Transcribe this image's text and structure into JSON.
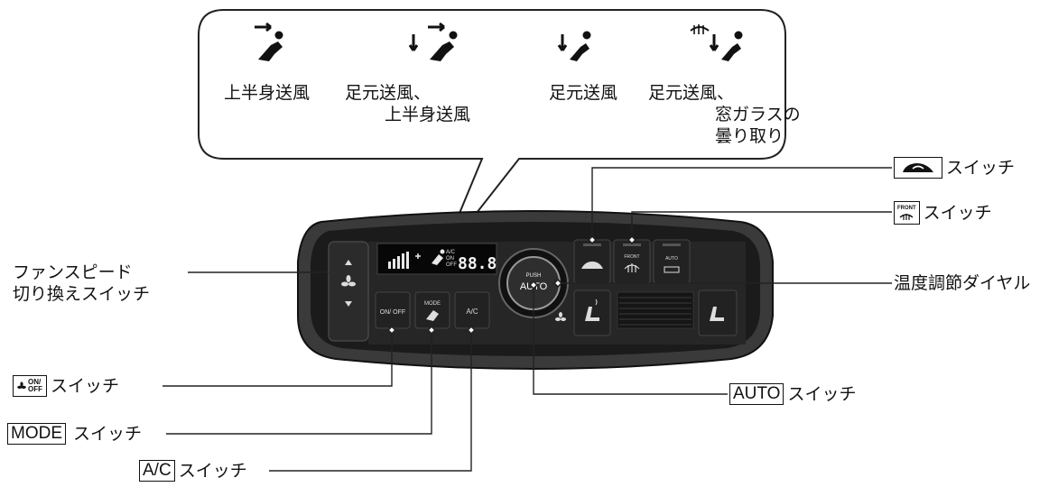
{
  "modes": [
    {
      "icon": "vent-face-icon",
      "lines": [
        "上半身送風"
      ]
    },
    {
      "icon": "vent-bilevel-icon",
      "lines": [
        "足元送風、",
        "上半身送風"
      ]
    },
    {
      "icon": "vent-floor-icon",
      "lines": [
        "足元送風"
      ]
    },
    {
      "icon": "vent-floor-defrost-icon",
      "lines": [
        "足元送風、",
        "窓ガラスの",
        "曇り取り"
      ]
    }
  ],
  "callouts": {
    "recirculation": {
      "suffix": "スイッチ"
    },
    "front_defrost": {
      "box": "FRONT",
      "suffix": "スイッチ"
    },
    "fan_speed": {
      "lines": [
        "ファンスピード",
        "切り換えスイッチ"
      ]
    },
    "temp_dial": {
      "text": "温度調節ダイヤル"
    },
    "fan_onoff": {
      "box_top": "ON/",
      "box_bottom": "OFF",
      "suffix": "スイッチ"
    },
    "mode": {
      "box": "MODE",
      "suffix": "スイッチ"
    },
    "ac": {
      "box": "A/C",
      "suffix": "スイッチ"
    },
    "auto": {
      "box": "AUTO",
      "suffix": "スイッチ"
    }
  },
  "panel": {
    "display_digits": "88.8",
    "display_flags": [
      "A/C",
      "ON",
      "OFF"
    ],
    "dial_top": "PUSH",
    "dial_main": "AUTO",
    "onoff_label": "ON/ OFF",
    "mode_label": "MODE",
    "ac_label": "A/C",
    "front_label": "FRONT",
    "auto_label": "AUTO"
  }
}
